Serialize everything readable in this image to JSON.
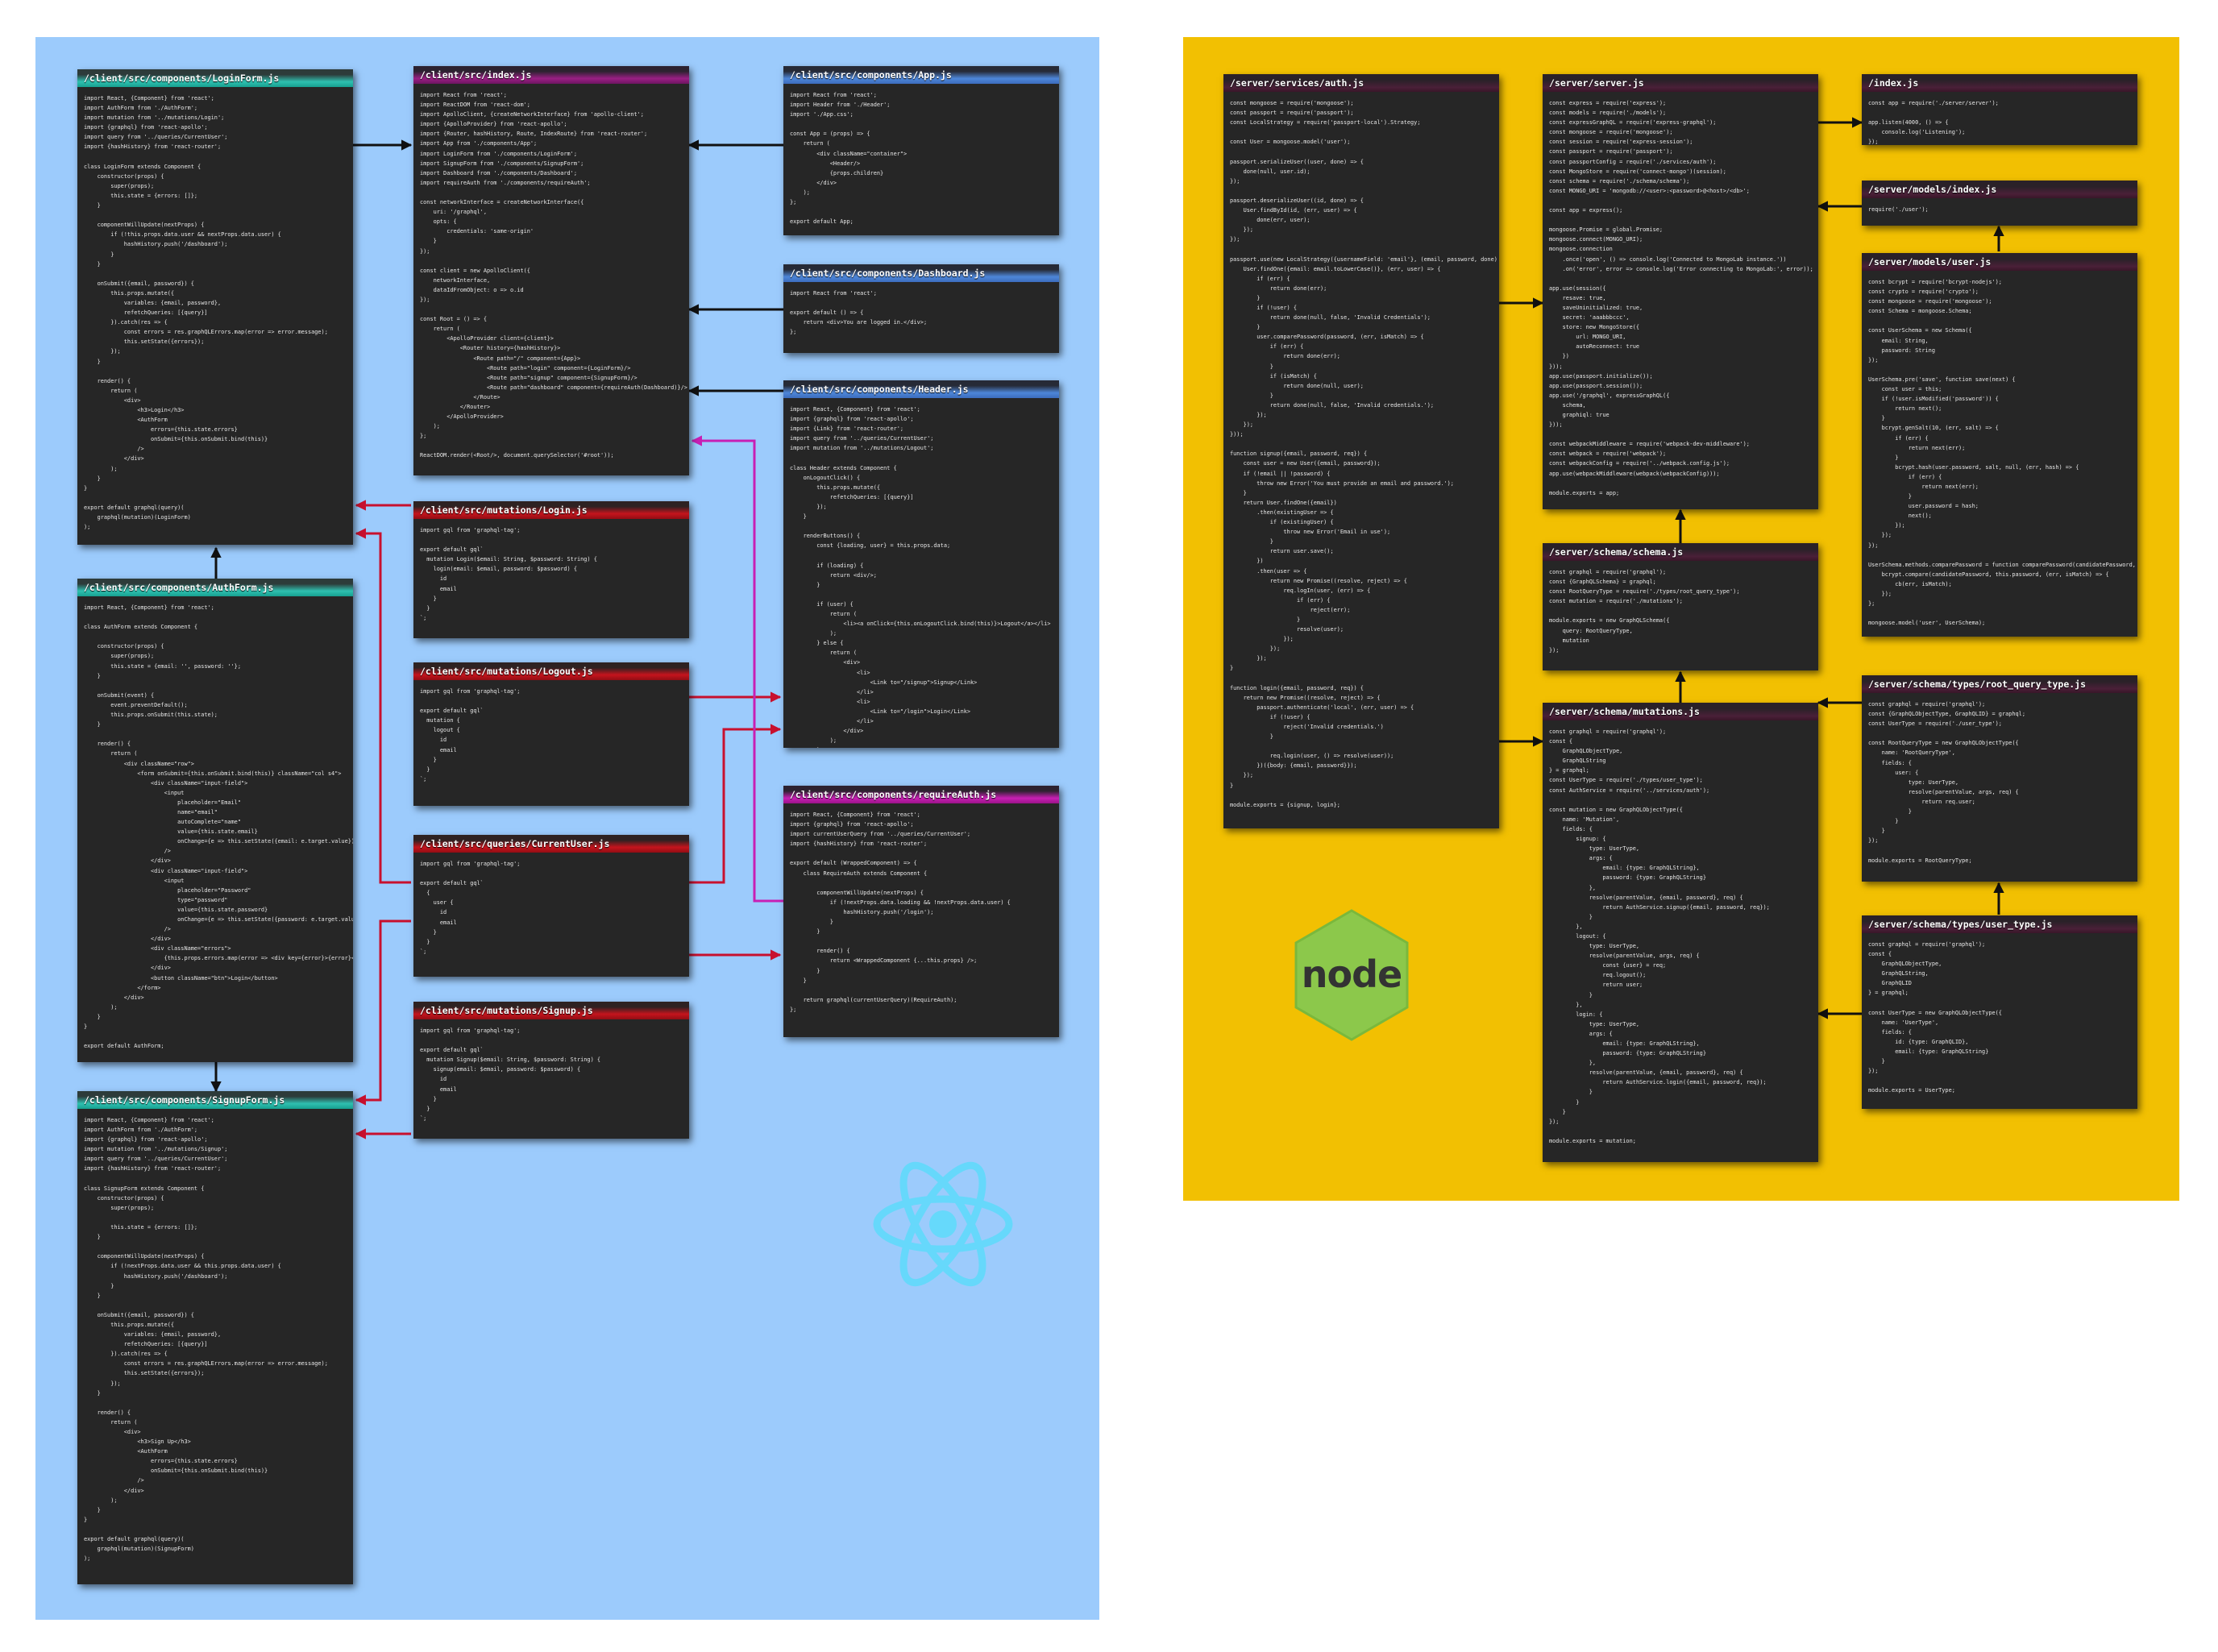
{
  "colors": {
    "client_bg": "#9ccbfc",
    "server_bg": "#f2c002",
    "arrow_black": "#111111",
    "arrow_red": "#c8102e",
    "arrow_magenta": "#c81fb4",
    "react_logo": "#61dafb",
    "node_logo": "#8cc84b"
  },
  "icons": {
    "react": "react-logo-icon",
    "node": "nodejs-logo-icon"
  },
  "logos": {
    "node_text": "node"
  },
  "cards": {
    "loginform": {
      "title": "/client/src/components/LoginForm.js",
      "code": "import React, {Component} from 'react';\nimport AuthForm from './AuthForm';\nimport mutation from '../mutations/Login';\nimport {graphql} from 'react-apollo';\nimport query from '../queries/CurrentUser';\nimport {hashHistory} from 'react-router';\n\nclass LoginForm extends Component {\n    constructor(props) {\n        super(props);\n        this.state = {errors: []};\n    }\n\n    componentWillUpdate(nextProps) {\n        if (!this.props.data.user && nextProps.data.user) {\n            hashHistory.push('/dashboard');\n        }\n    }\n\n    onSubmit({email, password}) {\n        this.props.mutate({\n            variables: {email, password},\n            refetchQueries: [{query}]\n        }).catch(res => {\n            const errors = res.graphQLErrors.map(error => error.message);\n            this.setState({errors});\n        });\n    }\n\n    render() {\n        return (\n            <div>\n                <h3>Login</h3>\n                <AuthForm\n                    errors={this.state.errors}\n                    onSubmit={this.onSubmit.bind(this)}\n                />\n            </div>\n        );\n    }\n}\n\nexport default graphql(query)(\n    graphql(mutation)(LoginForm)\n);"
    },
    "authform": {
      "title": "/client/src/components/AuthForm.js",
      "code": "import React, {Component} from 'react';\n\nclass AuthForm extends Component {\n\n    constructor(props) {\n        super(props);\n        this.state = {email: '', password: ''};\n    }\n\n    onSubmit(event) {\n        event.preventDefault();\n        this.props.onSubmit(this.state);\n    }\n\n    render() {\n        return (\n            <div className=\"row\">\n                <form onSubmit={this.onSubmit.bind(this)} className=\"col s4\">\n                    <div className=\"input-field\">\n                        <input\n                            placeholder=\"Email\"\n                            name=\"email\"\n                            autoComplete=\"name\"\n                            value={this.state.email}\n                            onChange={e => this.setState({email: e.target.value})}\n                        />\n                    </div>\n                    <div className=\"input-field\">\n                        <input\n                            placeholder=\"Password\"\n                            type=\"password\"\n                            value={this.state.password}\n                            onChange={e => this.setState({password: e.target.value})}\n                        />\n                    </div>\n                    <div className=\"errors\">\n                        {this.props.errors.map(error => <div key={error}>{error}</div>)}\n                    </div>\n                    <button className=\"btn\">Login</button>\n                </form>\n            </div>\n        );\n    }\n}\n\nexport default AuthForm;"
    },
    "signupform": {
      "title": "/client/src/components/SignupForm.js",
      "code": "import React, {Component} from 'react';\nimport AuthForm from './AuthForm';\nimport {graphql} from 'react-apollo';\nimport mutation from '../mutations/Signup';\nimport query from '../queries/CurrentUser';\nimport {hashHistory} from 'react-router';\n\nclass SignupForm extends Component {\n    constructor(props) {\n        super(props);\n\n        this.state = {errors: []};\n    }\n\n    componentWillUpdate(nextProps) {\n        if (!nextProps.data.user && this.props.data.user) {\n            hashHistory.push('/dashboard');\n        }\n    }\n\n    onSubmit({email, password}) {\n        this.props.mutate({\n            variables: {email, password},\n            refetchQueries: [{query}]\n        }).catch(res => {\n            const errors = res.graphQLErrors.map(error => error.message);\n            this.setState({errors});\n        });\n    }\n\n    render() {\n        return (\n            <div>\n                <h3>Sign Up</h3>\n                <AuthForm\n                    errors={this.state.errors}\n                    onSubmit={this.onSubmit.bind(this)}\n                />\n            </div>\n        );\n    }\n}\n\nexport default graphql(query)(\n    graphql(mutation)(SignupForm)\n);"
    },
    "index_client": {
      "title": "/client/src/index.js",
      "code": "import React from 'react';\nimport ReactDOM from 'react-dom';\nimport ApolloClient, {createNetworkInterface} from 'apollo-client';\nimport {ApolloProvider} from 'react-apollo';\nimport {Router, hashHistory, Route, IndexRoute} from 'react-router';\nimport App from './components/App';\nimport LoginForm from './components/LoginForm';\nimport SignupForm from './components/SignupForm';\nimport Dashboard from './components/Dashboard';\nimport requireAuth from './components/requireAuth';\n\nconst networkInterface = createNetworkInterface({\n    uri: '/graphql',\n    opts: {\n        credentials: 'same-origin'\n    }\n});\n\nconst client = new ApolloClient({\n    networkInterface,\n    dataIdFromObject: o => o.id\n});\n\nconst Root = () => {\n    return (\n        <ApolloProvider client={client}>\n            <Router history={hashHistory}>\n                <Route path=\"/\" component={App}>\n                    <Route path=\"login\" component={LoginForm}/>\n                    <Route path=\"signup\" component={SignupForm}/>\n                    <Route path=\"dashboard\" component={requireAuth(Dashboard)}/>\n                </Route>\n            </Router>\n        </ApolloProvider>\n    );\n};\n\nReactDOM.render(<Root/>, document.querySelector('#root'));"
    },
    "login": {
      "title": "/client/src/mutations/Login.js",
      "code": "import gql from 'graphql-tag';\n\nexport default gql`\n  mutation Login($email: String, $password: String) {\n    login(email: $email, password: $password) {\n      id\n      email\n    }\n  }\n`;"
    },
    "logout": {
      "title": "/client/src/mutations/Logout.js",
      "code": "import gql from 'graphql-tag';\n\nexport default gql`\n  mutation {\n    logout {\n      id\n      email\n    }\n  }\n`;"
    },
    "currentuser": {
      "title": "/client/src/queries/CurrentUser.js",
      "code": "import gql from 'graphql-tag';\n\nexport default gql`\n  {\n    user {\n      id\n      email\n    }\n  }\n`;"
    },
    "signup": {
      "title": "/client/src/mutations/Signup.js",
      "code": "import gql from 'graphql-tag';\n\nexport default gql`\n  mutation Signup($email: String, $password: String) {\n    signup(email: $email, password: $password) {\n      id\n      email\n    }\n  }\n`;"
    },
    "app": {
      "title": "/client/src/components/App.js",
      "code": "import React from 'react';\nimport Header from './Header';\nimport './App.css';\n\nconst App = (props) => {\n    return (\n        <div className=\"container\">\n            <Header/>\n            {props.children}\n        </div>\n    );\n};\n\nexport default App;"
    },
    "dashboard": {
      "title": "/client/src/components/Dashboard.js",
      "code": "import React from 'react';\n\nexport default () => {\n    return <div>You are logged in.</div>;\n};"
    },
    "header": {
      "title": "/client/src/components/Header.js",
      "code": "import React, {Component} from 'react';\nimport {graphql} from 'react-apollo';\nimport {Link} from 'react-router';\nimport query from '../queries/CurrentUser';\nimport mutation from '../mutations/Logout';\n\nclass Header extends Component {\n    onLogoutClick() {\n        this.props.mutate({\n            refetchQueries: [{query}]\n        });\n    }\n\n    renderButtons() {\n        const {loading, user} = this.props.data;\n\n        if (loading) {\n            return <div/>;\n        }\n\n        if (user) {\n            return (\n                <li><a onClick={this.onLogoutClick.bind(this)}>Logout</a></li>\n            );\n        } else {\n            return (\n                <div>\n                    <li>\n                        <Link to=\"/signup\">Signup</Link>\n                    </li>\n                    <li>\n                        <Link to=\"/login\">Login</Link>\n                    </li>\n                </div>\n            );\n        }\n    }\n\n    render() {\n        return (\n            <nav>\n                <div className=\"nav-wrapper\">\n                    <Link to=\"/\" className=\"brand-logo left\">GraphQL Auth</Link>\n                    <ul className=\"right\">\n                        {this.renderButtons()}\n                    </ul>\n                </div>\n            </nav>\n        );\n    }\n}\n\nexport default graphql(mutation)(\n    graphql(query)(Header)\n);"
    },
    "requireauth": {
      "title": "/client/src/components/requireAuth.js",
      "code": "import React, {Component} from 'react';\nimport {graphql} from 'react-apollo';\nimport currentUserQuery from '../queries/CurrentUser';\nimport {hashHistory} from 'react-router';\n\nexport default (WrappedComponent) => {\n    class RequireAuth extends Component {\n\n        componentWillUpdate(nextProps) {\n            if (!nextProps.data.loading && !nextProps.data.user) {\n                hashHistory.push('/login');\n            }\n        }\n\n        render() {\n            return <WrappedComponent {...this.props} />;\n        }\n    }\n\n    return graphql(currentUserQuery)(RequireAuth);\n};"
    },
    "auth_service": {
      "title": "/server/services/auth.js",
      "code": "const mongoose = require('mongoose');\nconst passport = require('passport');\nconst LocalStrategy = require('passport-local').Strategy;\n\nconst User = mongoose.model('user');\n\npassport.serializeUser((user, done) => {\n    done(null, user.id);\n});\n\npassport.deserializeUser((id, done) => {\n    User.findById(id, (err, user) => {\n        done(err, user);\n    });\n});\n\npassport.use(new LocalStrategy({usernameField: 'email'}, (email, password, done) => {\n    User.findOne({email: email.toLowerCase()}, (err, user) => {\n        if (err) {\n            return done(err);\n        }\n        if (!user) {\n            return done(null, false, 'Invalid Credentials');\n        }\n        user.comparePassword(password, (err, isMatch) => {\n            if (err) {\n                return done(err);\n            }\n            if (isMatch) {\n                return done(null, user);\n            }\n            return done(null, false, 'Invalid credentials.');\n        });\n    });\n}));\n\nfunction signup({email, password, req}) {\n    const user = new User({email, password});\n    if (!email || !password) {\n        throw new Error('You must provide an email and password.');\n    }\n    return User.findOne({email})\n        .then(existingUser => {\n            if (existingUser) {\n                throw new Error('Email in use');\n            }\n            return user.save();\n        })\n        .then(user => {\n            return new Promise((resolve, reject) => {\n                req.logIn(user, (err) => {\n                    if (err) {\n                        reject(err);\n                    }\n                    resolve(user);\n                });\n            });\n        });\n}\n\nfunction login({email, password, req}) {\n    return new Promise((resolve, reject) => {\n        passport.authenticate('local', (err, user) => {\n            if (!user) {\n                reject('Invalid credentials.')\n            }\n\n            req.login(user, () => resolve(user));\n        })({body: {email, password}});\n    });\n}\n\nmodule.exports = {signup, login};"
    },
    "server": {
      "title": "/server/server.js",
      "code": "const express = require('express');\nconst models = require('./models');\nconst expressGraphQL = require('express-graphql');\nconst mongoose = require('mongoose');\nconst session = require('express-session');\nconst passport = require('passport');\nconst passportConfig = require('./services/auth');\nconst MongoStore = require('connect-mongo')(session);\nconst schema = require('./schema/schema');\nconst MONGO_URI = 'mongodb://<user>:<password>@<host>/<db>';\n\nconst app = express();\n\nmongoose.Promise = global.Promise;\nmongoose.connect(MONGO_URI);\nmongoose.connection\n    .once('open', () => console.log('Connected to MongoLab instance.'))\n    .on('error', error => console.log('Error connecting to MongoLab:', error));\n\napp.use(session({\n    resave: true,\n    saveUninitialized: true,\n    secret: 'aaabbbccc',\n    store: new MongoStore({\n        url: MONGO_URI,\n        autoReconnect: true\n    })\n}));\napp.use(passport.initialize());\napp.use(passport.session());\napp.use('/graphql', expressGraphQL({\n    schema,\n    graphiql: true\n}));\n\nconst webpackMiddleware = require('webpack-dev-middleware');\nconst webpack = require('webpack');\nconst webpackConfig = require('../webpack.config.js');\napp.use(webpackMiddleware(webpack(webpackConfig)));\n\nmodule.exports = app;"
    },
    "schema": {
      "title": "/server/schema/schema.js",
      "code": "const graphql = require('graphql');\nconst {GraphQLSchema} = graphql;\nconst RootQueryType = require('./types/root_query_type');\nconst mutation = require('./mutations');\n\nmodule.exports = new GraphQLSchema({\n    query: RootQueryType,\n    mutation\n});"
    },
    "mutations_server": {
      "title": "/server/schema/mutations.js",
      "code": "const graphql = require('graphql');\nconst {\n    GraphQLObjectType,\n    GraphQLString\n} = graphql;\nconst UserType = require('./types/user_type');\nconst AuthService = require('../services/auth');\n\nconst mutation = new GraphQLObjectType({\n    name: 'Mutation',\n    fields: {\n        signup: {\n            type: UserType,\n            args: {\n                email: {type: GraphQLString},\n                password: {type: GraphQLString}\n            },\n            resolve(parentValue, {email, password}, req) {\n                return AuthService.signup({email, password, req});\n            }\n        },\n        logout: {\n            type: UserType,\n            resolve(parentValue, args, req) {\n                const {user} = req;\n                req.logout();\n                return user;\n            }\n        },\n        login: {\n            type: UserType,\n            args: {\n                email: {type: GraphQLString},\n                password: {type: GraphQLString}\n            },\n            resolve(parentValue, {email, password}, req) {\n                return AuthService.login({email, password, req});\n            }\n        }\n    }\n});\n\nmodule.exports = mutation;"
    },
    "index_server": {
      "title": "/index.js",
      "code": "const app = require('./server/server');\n\napp.listen(4000, () => {\n    console.log('Listening');\n});"
    },
    "models_index": {
      "title": "/server/models/index.js",
      "code": "require('./user');"
    },
    "models_user": {
      "title": "/server/models/user.js",
      "code": "const bcrypt = require('bcrypt-nodejs');\nconst crypto = require('crypto');\nconst mongoose = require('mongoose');\nconst Schema = mongoose.Schema;\n\nconst UserSchema = new Schema({\n    email: String,\n    password: String\n});\n\nUserSchema.pre('save', function save(next) {\n    const user = this;\n    if (!user.isModified('password')) {\n        return next();\n    }\n    bcrypt.genSalt(10, (err, salt) => {\n        if (err) {\n            return next(err);\n        }\n        bcrypt.hash(user.password, salt, null, (err, hash) => {\n            if (err) {\n                return next(err);\n            }\n            user.password = hash;\n            next();\n        });\n    });\n});\n\nUserSchema.methods.comparePassword = function comparePassword(candidatePassword, cb) {\n    bcrypt.compare(candidatePassword, this.password, (err, isMatch) => {\n        cb(err, isMatch);\n    });\n};\n\nmongoose.model('user', UserSchema);"
    },
    "root_query_type": {
      "title": "/server/schema/types/root_query_type.js",
      "code": "const graphql = require('graphql');\nconst {GraphQLObjectType, GraphQLID} = graphql;\nconst UserType = require('./user_type');\n\nconst RootQueryType = new GraphQLObjectType({\n    name: 'RootQueryType',\n    fields: {\n        user: {\n            type: UserType,\n            resolve(parentValue, args, req) {\n                return req.user;\n            }\n        }\n    }\n});\n\nmodule.exports = RootQueryType;"
    },
    "user_type": {
      "title": "/server/schema/types/user_type.js",
      "code": "const graphql = require('graphql');\nconst {\n    GraphQLObjectType,\n    GraphQLString,\n    GraphQLID\n} = graphql;\n\nconst UserType = new GraphQLObjectType({\n    name: 'UserType',\n    fields: {\n        id: {type: GraphQLID},\n        email: {type: GraphQLString}\n    }\n});\n\nmodule.exports = UserType;"
    }
  }
}
